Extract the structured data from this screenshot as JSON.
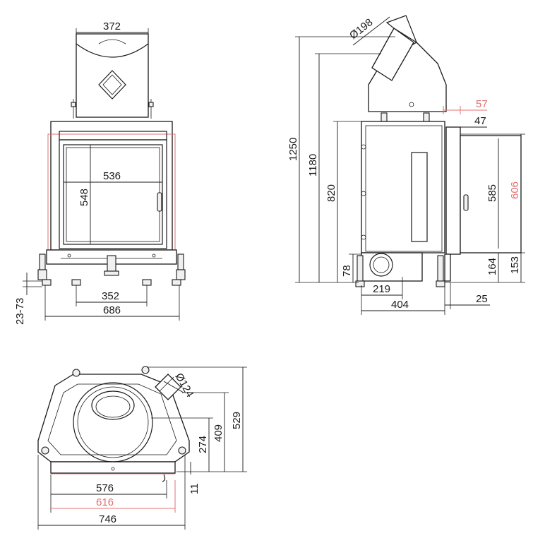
{
  "colors": {
    "line": "#1a1a1a",
    "accent_dimension": "#e07070",
    "background": "#ffffff"
  },
  "front_view": {
    "dim_flue_width": "372",
    "dim_glass_width": "536",
    "dim_glass_height": "548",
    "dim_feet_spacing": "352",
    "dim_total_width": "686",
    "dim_leg_adjust": "23-73"
  },
  "side_view": {
    "dim_flue_diameter": "Ø198",
    "dim_total_height": "1250",
    "dim_flue_height": "1180",
    "dim_body_height": "820",
    "dim_frame_offset": "57",
    "dim_door_offset": "47",
    "dim_door_height_outer": "606",
    "dim_door_height_inner": "585",
    "dim_base_height": "164",
    "dim_base_height_inner": "153",
    "dim_air_inlet_height": "78",
    "dim_air_inlet_depth": "219",
    "dim_total_depth": "404",
    "dim_front_offset": "25"
  },
  "top_view": {
    "dim_air_diameter": "Ø124",
    "dim_total_depth": "529",
    "dim_depth_409": "409",
    "dim_depth_274": "274",
    "dim_front_11": "11",
    "dim_width_576": "576",
    "dim_width_616": "616",
    "dim_total_width": "746"
  }
}
